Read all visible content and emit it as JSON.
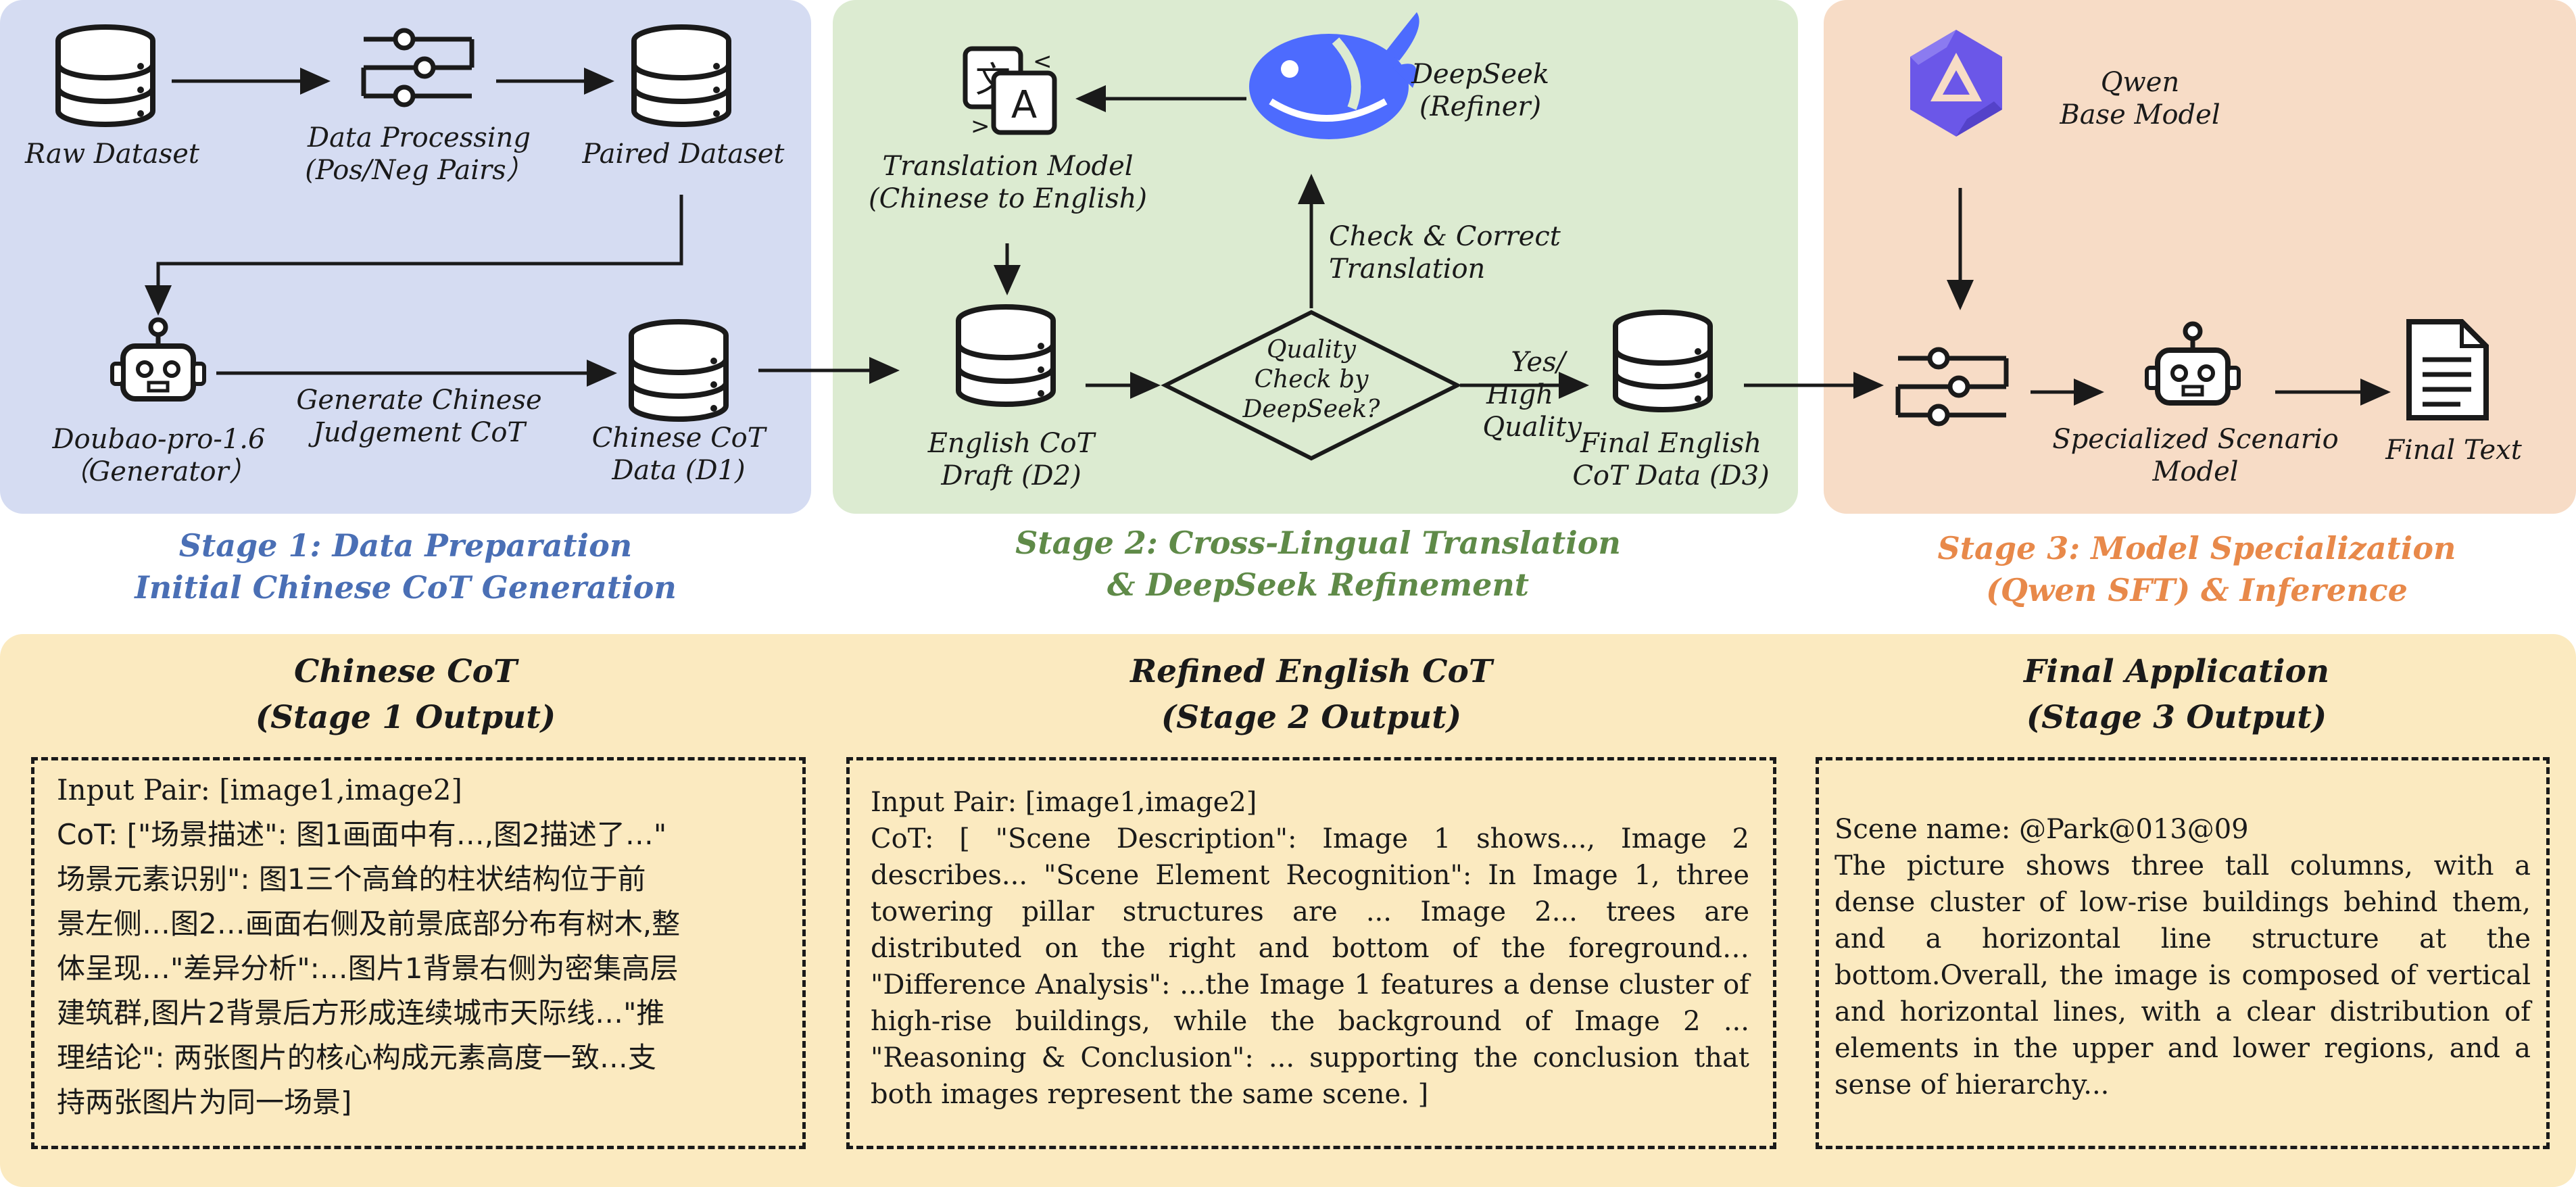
{
  "colors": {
    "stage1_bg": "#d5dcf2",
    "stage2_bg": "#dcebd1",
    "stage3_bg": "#f7dcc6",
    "bottom_bg": "#fbeac0",
    "stage1_title": "#4a6fb5",
    "stage2_title": "#5f8a48",
    "stage3_title": "#e8894a",
    "deepseek_blue": "#4d6bfe",
    "qwen_purple": "#6b57e8"
  },
  "stage1": {
    "raw_dataset": "Raw Dataset",
    "data_processing": "Data Processing",
    "pos_neg_pairs": "(Pos/Neg Pairs）",
    "paired_dataset": "Paired Dataset",
    "generator_name": "Doubao-pro-1.6",
    "generator_role": "（Generator）",
    "edge_label_line1": "Generate Chinese",
    "edge_label_line2": "Judgement CoT",
    "chinese_cot_line1": "Chinese CoT",
    "chinese_cot_line2": "Data (D1)",
    "title_line1": "Stage 1: Data Preparation",
    "title_line2": "Initial Chinese CoT Generation"
  },
  "stage2": {
    "translation_model_line1": "Translation Model",
    "translation_model_line2": "(Chinese to English)",
    "deepseek_name": "DeepSeek",
    "deepseek_role": "(Refiner)",
    "check_line1": "Check & Correct",
    "check_line2": "Translation",
    "quality_line1": "Quality",
    "quality_line2": "Check by",
    "quality_line3": "DeepSeek?",
    "english_draft_line1": "English CoT",
    "english_draft_line2": "Draft (D2)",
    "yes_line1": "Yes/",
    "yes_line2": "High",
    "yes_line3": "Quality",
    "final_english_line1": "Final English",
    "final_english_line2": "CoT Data (D3)",
    "title_line1": "Stage 2: Cross-Lingual Translation",
    "title_line2": "& DeepSeek Refinement"
  },
  "stage3": {
    "qwen_name": "Qwen",
    "qwen_role": "Base Model",
    "specialized_line1": "Specialized Scenario",
    "specialized_line2": "Model",
    "final_text": "Final Text",
    "title_line1": "Stage 3: Model Specialization",
    "title_line2": "(Qwen SFT) & Inference"
  },
  "outputs": {
    "col1_title_line1": "Chinese CoT",
    "col1_title_line2": "(Stage 1 Output)",
    "col2_title_line1": "Refined English CoT",
    "col2_title_line2": "(Stage 2 Output)",
    "col3_title_line1": "Final Application",
    "col3_title_line2": "(Stage 3 Output)",
    "col1_lines": [
      "Input Pair: [image1,image2]",
      "CoT:  [\"场景描述\": 图1画面中有…,图2描述了…\"",
      "场景元素识别\": 图1三个高耸的柱状结构位于前",
      "景左侧…图2…画面右侧及前景底部分布有树木,整",
      "体呈现…\"差异分析\":…图片1背景右侧为密集高层",
      "建筑群,图片2背景后方形成连续城市天际线…\"推",
      "理结论\": 两张图片的核心构成元素高度一致…支",
      "持两张图片为同一场景]"
    ],
    "col2_input": "Input Pair: [image1,image2]",
    "col2_body": "CoT: [ \"Scene Description\": Image 1 shows..., Image 2 describes... \"Scene Element Recognition\": In Image 1, three towering pillar structures are ... Image 2... trees are distributed on the right and bottom of the foreground… \"Difference Analysis\": ...the Image 1 features a dense cluster of high-rise buildings, while the background of Image 2 ... \"Reasoning & Conclusion\": ... supporting the conclusion that both images represent the same scene. ]",
    "col3_scene": "Scene name: @Park@013@09",
    "col3_body": "The picture shows three tall columns, with a dense cluster of low-rise buildings behind them, and a horizontal line structure at the bottom.Overall, the image is composed of vertical and horizontal lines, with a clear distribution of elements in the upper and lower regions, and a sense of hierarchy..."
  },
  "icons": {
    "database": "database-icon",
    "processing": "pipeline-icon",
    "robot": "robot-icon",
    "translate": "translate-icon",
    "whale": "whale-icon",
    "qwen": "qwen-logo-icon",
    "document": "document-icon"
  }
}
